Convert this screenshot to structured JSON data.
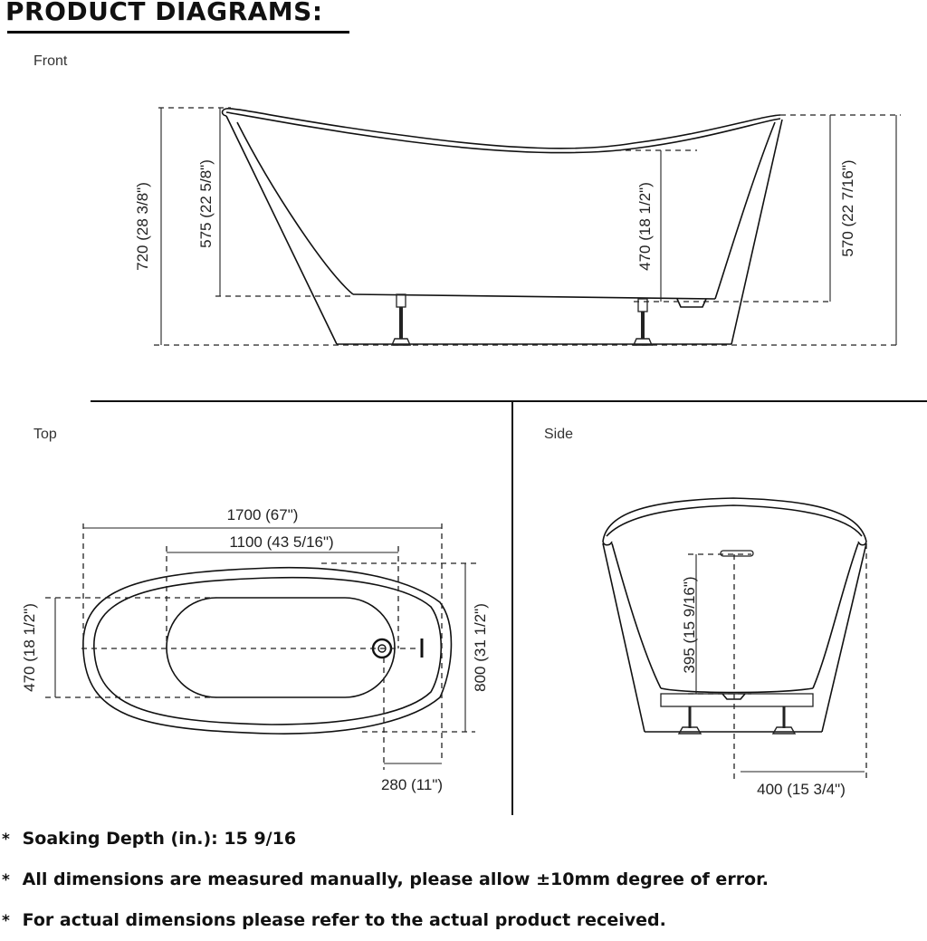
{
  "title": "PRODUCT DIAGRAMS:",
  "views": {
    "front": "Front",
    "top": "Top",
    "side": "Side"
  },
  "front_dims": {
    "total_height": "720 (28 3/8\")",
    "inner_height": "575  (22 5/8\")",
    "interior_depth": "470 (18 1/2\")",
    "rim_height": "570 (22 7/16\")"
  },
  "top_dims": {
    "length": "1700 (67\")",
    "inner_length": "1100 (43 5/16\")",
    "inner_width": "470 (18 1/2\")",
    "width": "800 (31 1/2\")",
    "drain_offset": "280 (11\")"
  },
  "side_dims": {
    "depth": "395 (15 9/16\")",
    "half_width": "400 (15 3/4\")"
  },
  "notes": [
    {
      "bullet": "*",
      "text": "Soaking Depth (in.): 15 9/16"
    },
    {
      "bullet": "*",
      "text": "All dimensions are measured manually, please allow ±10mm degree of error."
    },
    {
      "bullet": "*",
      "text": "For actual dimensions please refer to the actual product received."
    }
  ]
}
